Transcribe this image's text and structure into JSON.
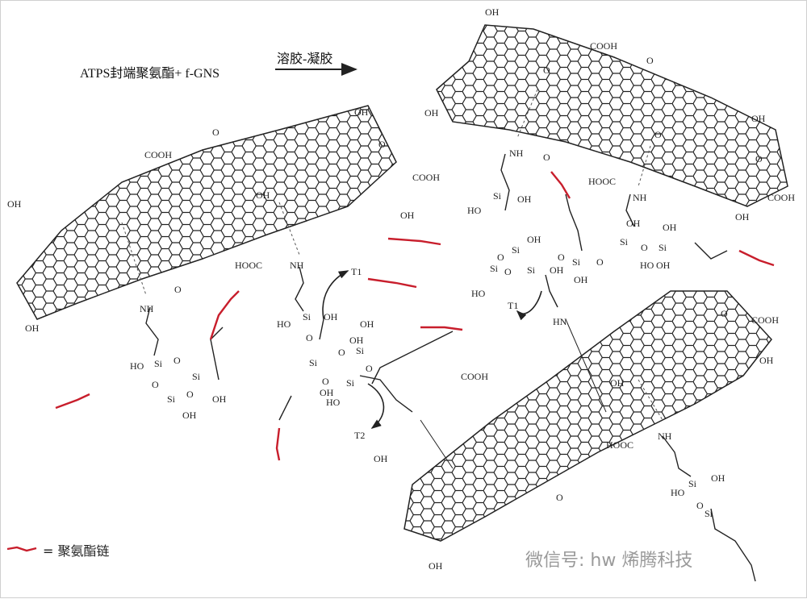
{
  "header": {
    "reactants": "ATPS封端聚氨酯+ f-GNS",
    "process": "溶胶-凝胶"
  },
  "legend": {
    "label": "= 聚氨酯链"
  },
  "watermark": {
    "text": "微信号: hw 烯腾科技"
  },
  "colors": {
    "polymer_chain": "#c81e2c",
    "structure": "#222222"
  },
  "groups": {
    "oh": "OH",
    "cooh": "COOH",
    "hooc": "HOOC",
    "o": "O",
    "nh": "NH",
    "hn": "HN",
    "si": "Si",
    "ho": "HO",
    "t1": "T1",
    "t2": "T2"
  }
}
